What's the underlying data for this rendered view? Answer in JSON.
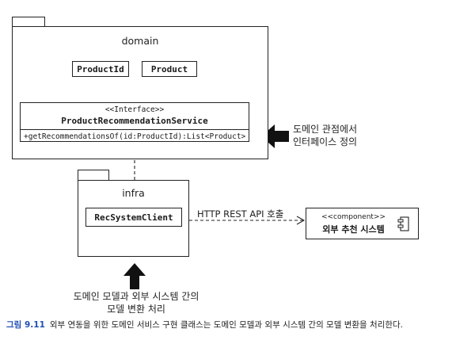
{
  "domain_pkg": {
    "name": "domain"
  },
  "infra_pkg": {
    "name": "infra"
  },
  "classes": {
    "product_id": "ProductId",
    "product": "Product",
    "rec_client": "RecSystemClient"
  },
  "interface": {
    "stereotype": "<<Interface>>",
    "name": "ProductRecommendationService",
    "operation": "+getRecommendationsOf(id:ProductId):List<Product>"
  },
  "component": {
    "stereotype": "<<component>>",
    "name": "외부 추천 시스템"
  },
  "dependency_label": "HTTP REST API 호출",
  "notes": {
    "right_line1": "도메인 관점에서",
    "right_line2": "인터페이스 정의",
    "bottom_line1": "도메인 모델과 외부 시스템 간의",
    "bottom_line2": "모델 변환 처리"
  },
  "caption": {
    "label": "그림 9.11",
    "text": "외부 연동을 위한 도메인 서비스 구현 클래스는 도메인 모델과 외부 시스템 간의 모델 변환을 처리한다."
  }
}
